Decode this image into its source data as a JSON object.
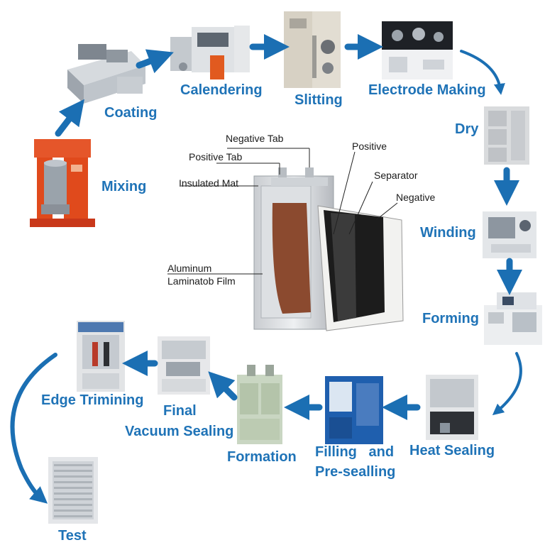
{
  "steps": {
    "mixing": "Mixing",
    "coating": "Coating",
    "calendering": "Calendering",
    "slitting": "Slitting",
    "electrode_making": "Electrode Making",
    "dry": "Dry",
    "winding": "Winding",
    "forming": "Forming",
    "heat_sealing": "Heat Sealing",
    "filling_line1": "Filling   and",
    "filling_line2": "Pre-sealling",
    "formation": "Formation",
    "final_line1": "Final",
    "final_line2": "Vacuum Sealing",
    "edge_trimming": "Edge Trimining",
    "test": "Test"
  },
  "cell": {
    "negative_tab": "Negative Tab",
    "positive_tab": "Positive Tab",
    "insulated_mat": "Insulated Mat",
    "positive": "Positive",
    "separator": "Separator",
    "negative": "Negative",
    "aluminum_line1": "Aluminum",
    "aluminum_line2": "Laminatob Film"
  },
  "colors": {
    "label_blue": "#1f73b7",
    "arrow_blue": "#1b6fb3",
    "mixer_red": "#e04a1c",
    "cathode_brown": "#8b4a2f",
    "anode_black": "#1c1c1c"
  },
  "icons": [
    "arrow-right-icon",
    "arrow-down-icon",
    "arrow-left-icon",
    "curved-arrow-icon"
  ]
}
